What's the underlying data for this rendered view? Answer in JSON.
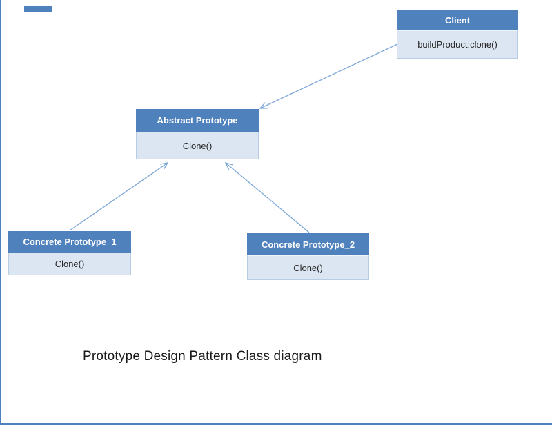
{
  "diagram": {
    "caption": "Prototype Design Pattern Class diagram",
    "classes": [
      {
        "name": "Client",
        "member": "buildProduct:clone()"
      },
      {
        "name": "Abstract Prototype",
        "member": "Clone()"
      },
      {
        "name": "Concrete Prototype_1",
        "member": "Clone()"
      },
      {
        "name": "Concrete Prototype_2",
        "member": "Clone()"
      }
    ],
    "relations": [
      {
        "from": "Client",
        "to": "Abstract Prototype"
      },
      {
        "from": "Concrete Prototype_1",
        "to": "Abstract Prototype"
      },
      {
        "from": "Concrete Prototype_2",
        "to": "Abstract Prototype"
      }
    ],
    "colors": {
      "header_fill": "#4f81bd",
      "header_text": "#ffffff",
      "body_fill": "#dce6f2",
      "body_text": "#262626",
      "border": "#b8cce4",
      "arrow": "#7da7d8",
      "frame": "#4f81bd"
    }
  }
}
